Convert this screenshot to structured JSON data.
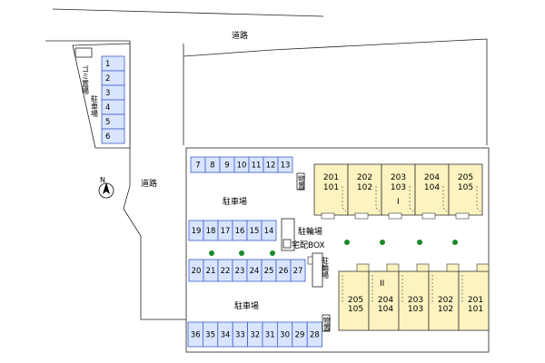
{
  "roads": {
    "top": "道路",
    "left": "道路"
  },
  "north": {
    "label": "N"
  },
  "garbage": "ゴミ置場",
  "lots": {
    "upper_left": {
      "label": "駐車場",
      "spaces": [
        "1",
        "2",
        "3",
        "4",
        "5",
        "6"
      ]
    },
    "main_top": {
      "spaces": [
        "7",
        "8",
        "9",
        "10",
        "11",
        "12",
        "13"
      ]
    },
    "main_top_label": "駐車場",
    "main_row2": {
      "spaces": [
        "19",
        "18",
        "17",
        "16",
        "15",
        "14"
      ]
    },
    "main_row3": {
      "spaces": [
        "20",
        "21",
        "22",
        "23",
        "24",
        "25",
        "26",
        "27"
      ]
    },
    "main_row4_label": "駐車場",
    "main_row4": {
      "spaces": [
        "36",
        "35",
        "34",
        "33",
        "32",
        "31",
        "30",
        "29",
        "28"
      ]
    }
  },
  "facilities": {
    "bicycle1": "駐輪場",
    "bicycle2": "駐輪場",
    "delivery_box": "宅配BOX",
    "storage1": "物置",
    "storage2": "物置"
  },
  "buildings": {
    "building1": {
      "name": "I",
      "units": [
        {
          "upper": "201",
          "lower": "101"
        },
        {
          "upper": "202",
          "lower": "102"
        },
        {
          "upper": "203",
          "lower": "103"
        },
        {
          "upper": "204",
          "lower": "104"
        },
        {
          "upper": "205",
          "lower": "105"
        }
      ]
    },
    "building2": {
      "name": "II",
      "units": [
        {
          "upper": "205",
          "lower": "105"
        },
        {
          "upper": "204",
          "lower": "104"
        },
        {
          "upper": "203",
          "lower": "103"
        },
        {
          "upper": "202",
          "lower": "102"
        },
        {
          "upper": "201",
          "lower": "101"
        }
      ]
    }
  },
  "colors": {
    "parking_fill": "#d9e5ff",
    "parking_stroke": "#3b5fc9",
    "unit_fill": "#fdf3c0",
    "tree": "#1a8a2a"
  }
}
